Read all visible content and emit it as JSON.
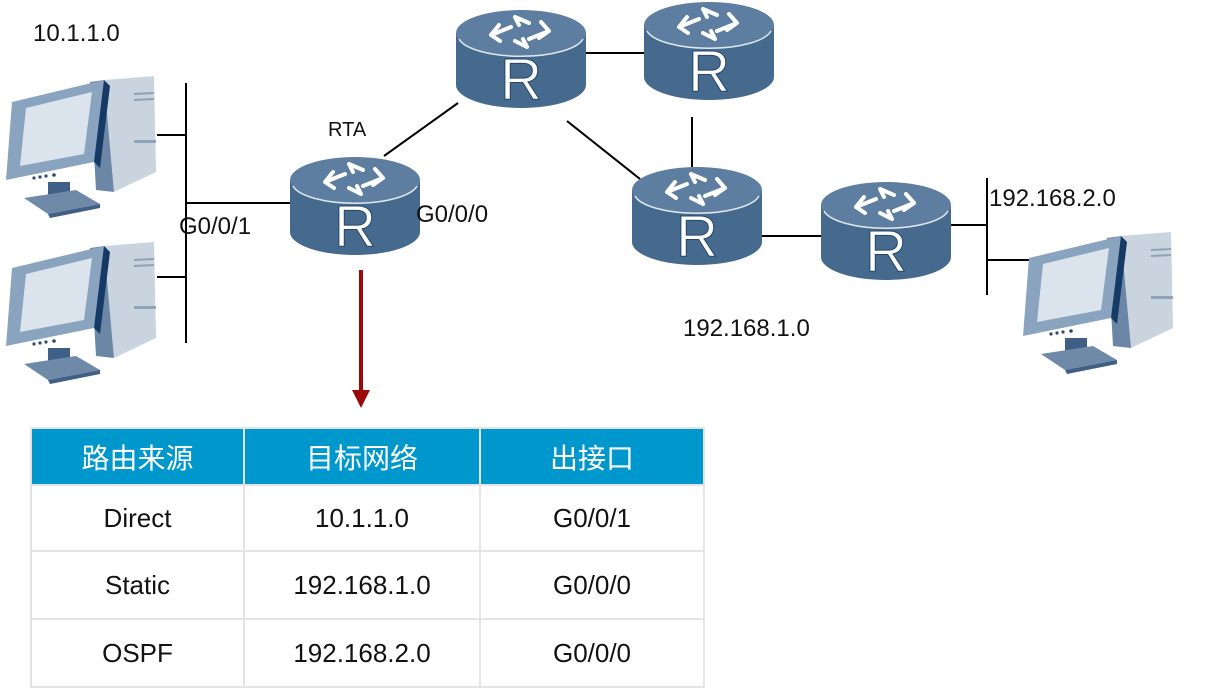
{
  "diagram": {
    "labels": {
      "lan_left_network": "10.1.1.0",
      "router_a_name": "RTA",
      "rta_interface_lan": "G0/0/1",
      "rta_interface_wan": "G0/0/0",
      "middle_network": "192.168.1.0",
      "lan_right_network": "192.168.2.0"
    },
    "devices": [
      {
        "type": "pc",
        "id": "pc-left-1"
      },
      {
        "type": "pc",
        "id": "pc-left-2"
      },
      {
        "type": "router",
        "id": "rta",
        "glyph": "R"
      },
      {
        "type": "router",
        "id": "router-top-left",
        "glyph": "R"
      },
      {
        "type": "router",
        "id": "router-top-right",
        "glyph": "R"
      },
      {
        "type": "router",
        "id": "router-middle",
        "glyph": "R"
      },
      {
        "type": "router",
        "id": "router-edge",
        "glyph": "R"
      },
      {
        "type": "pc",
        "id": "pc-right"
      }
    ],
    "colors": {
      "router_body": "#456a8e",
      "router_top": "#5c7ea0",
      "arrow": "#9b0a0a",
      "table_header": "#0097cd"
    }
  },
  "routing_table": {
    "headers": [
      "路由来源",
      "目标网络",
      "出接口"
    ],
    "rows": [
      [
        "Direct",
        "10.1.1.0",
        "G0/0/1"
      ],
      [
        "Static",
        "192.168.1.0",
        "G0/0/0"
      ],
      [
        "OSPF",
        "192.168.2.0",
        "G0/0/0"
      ]
    ]
  }
}
